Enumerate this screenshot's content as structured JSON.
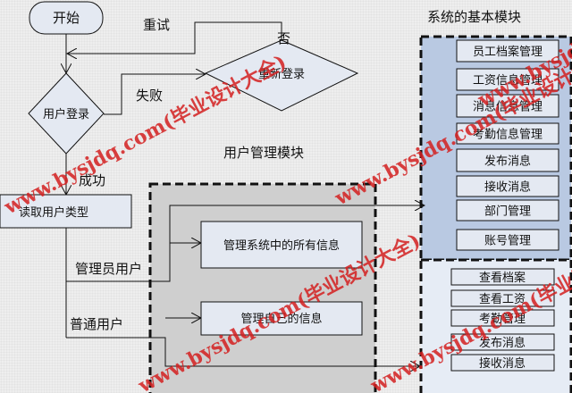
{
  "flow": {
    "start": "开始",
    "login": "用户登录",
    "retry_decision": "重新登录",
    "retry_label": "重试",
    "no_label": "否",
    "fail_label": "失败",
    "success_label": "成功",
    "read_type": "读取用户类型",
    "admin_label": "管理员用户",
    "normal_label": "普通用户"
  },
  "user_module": {
    "title": "用户管理模块",
    "admin_box": "管理系统中的所有信息",
    "normal_box": "管理自己的信息"
  },
  "system_module": {
    "title": "系统的基本模块",
    "admin_items": [
      "员工档案管理",
      "工资信息管理",
      "消息信息管理",
      "考勤信息管理",
      "发布消息",
      "接收消息",
      "部门管理",
      "账号管理"
    ],
    "user_items": [
      "查看档案",
      "查看工资",
      "考勤管理",
      "发布消息",
      "接收消息"
    ]
  },
  "watermark": "www.bysjdq.com(毕业设计大全)",
  "colors": {
    "admin_panel": "#b9c9e2",
    "user_panel": "#e6ecf5",
    "gray_panel": "#cfcfcf",
    "node_fill": "#e4e9f2",
    "watermark": "#d42020"
  }
}
